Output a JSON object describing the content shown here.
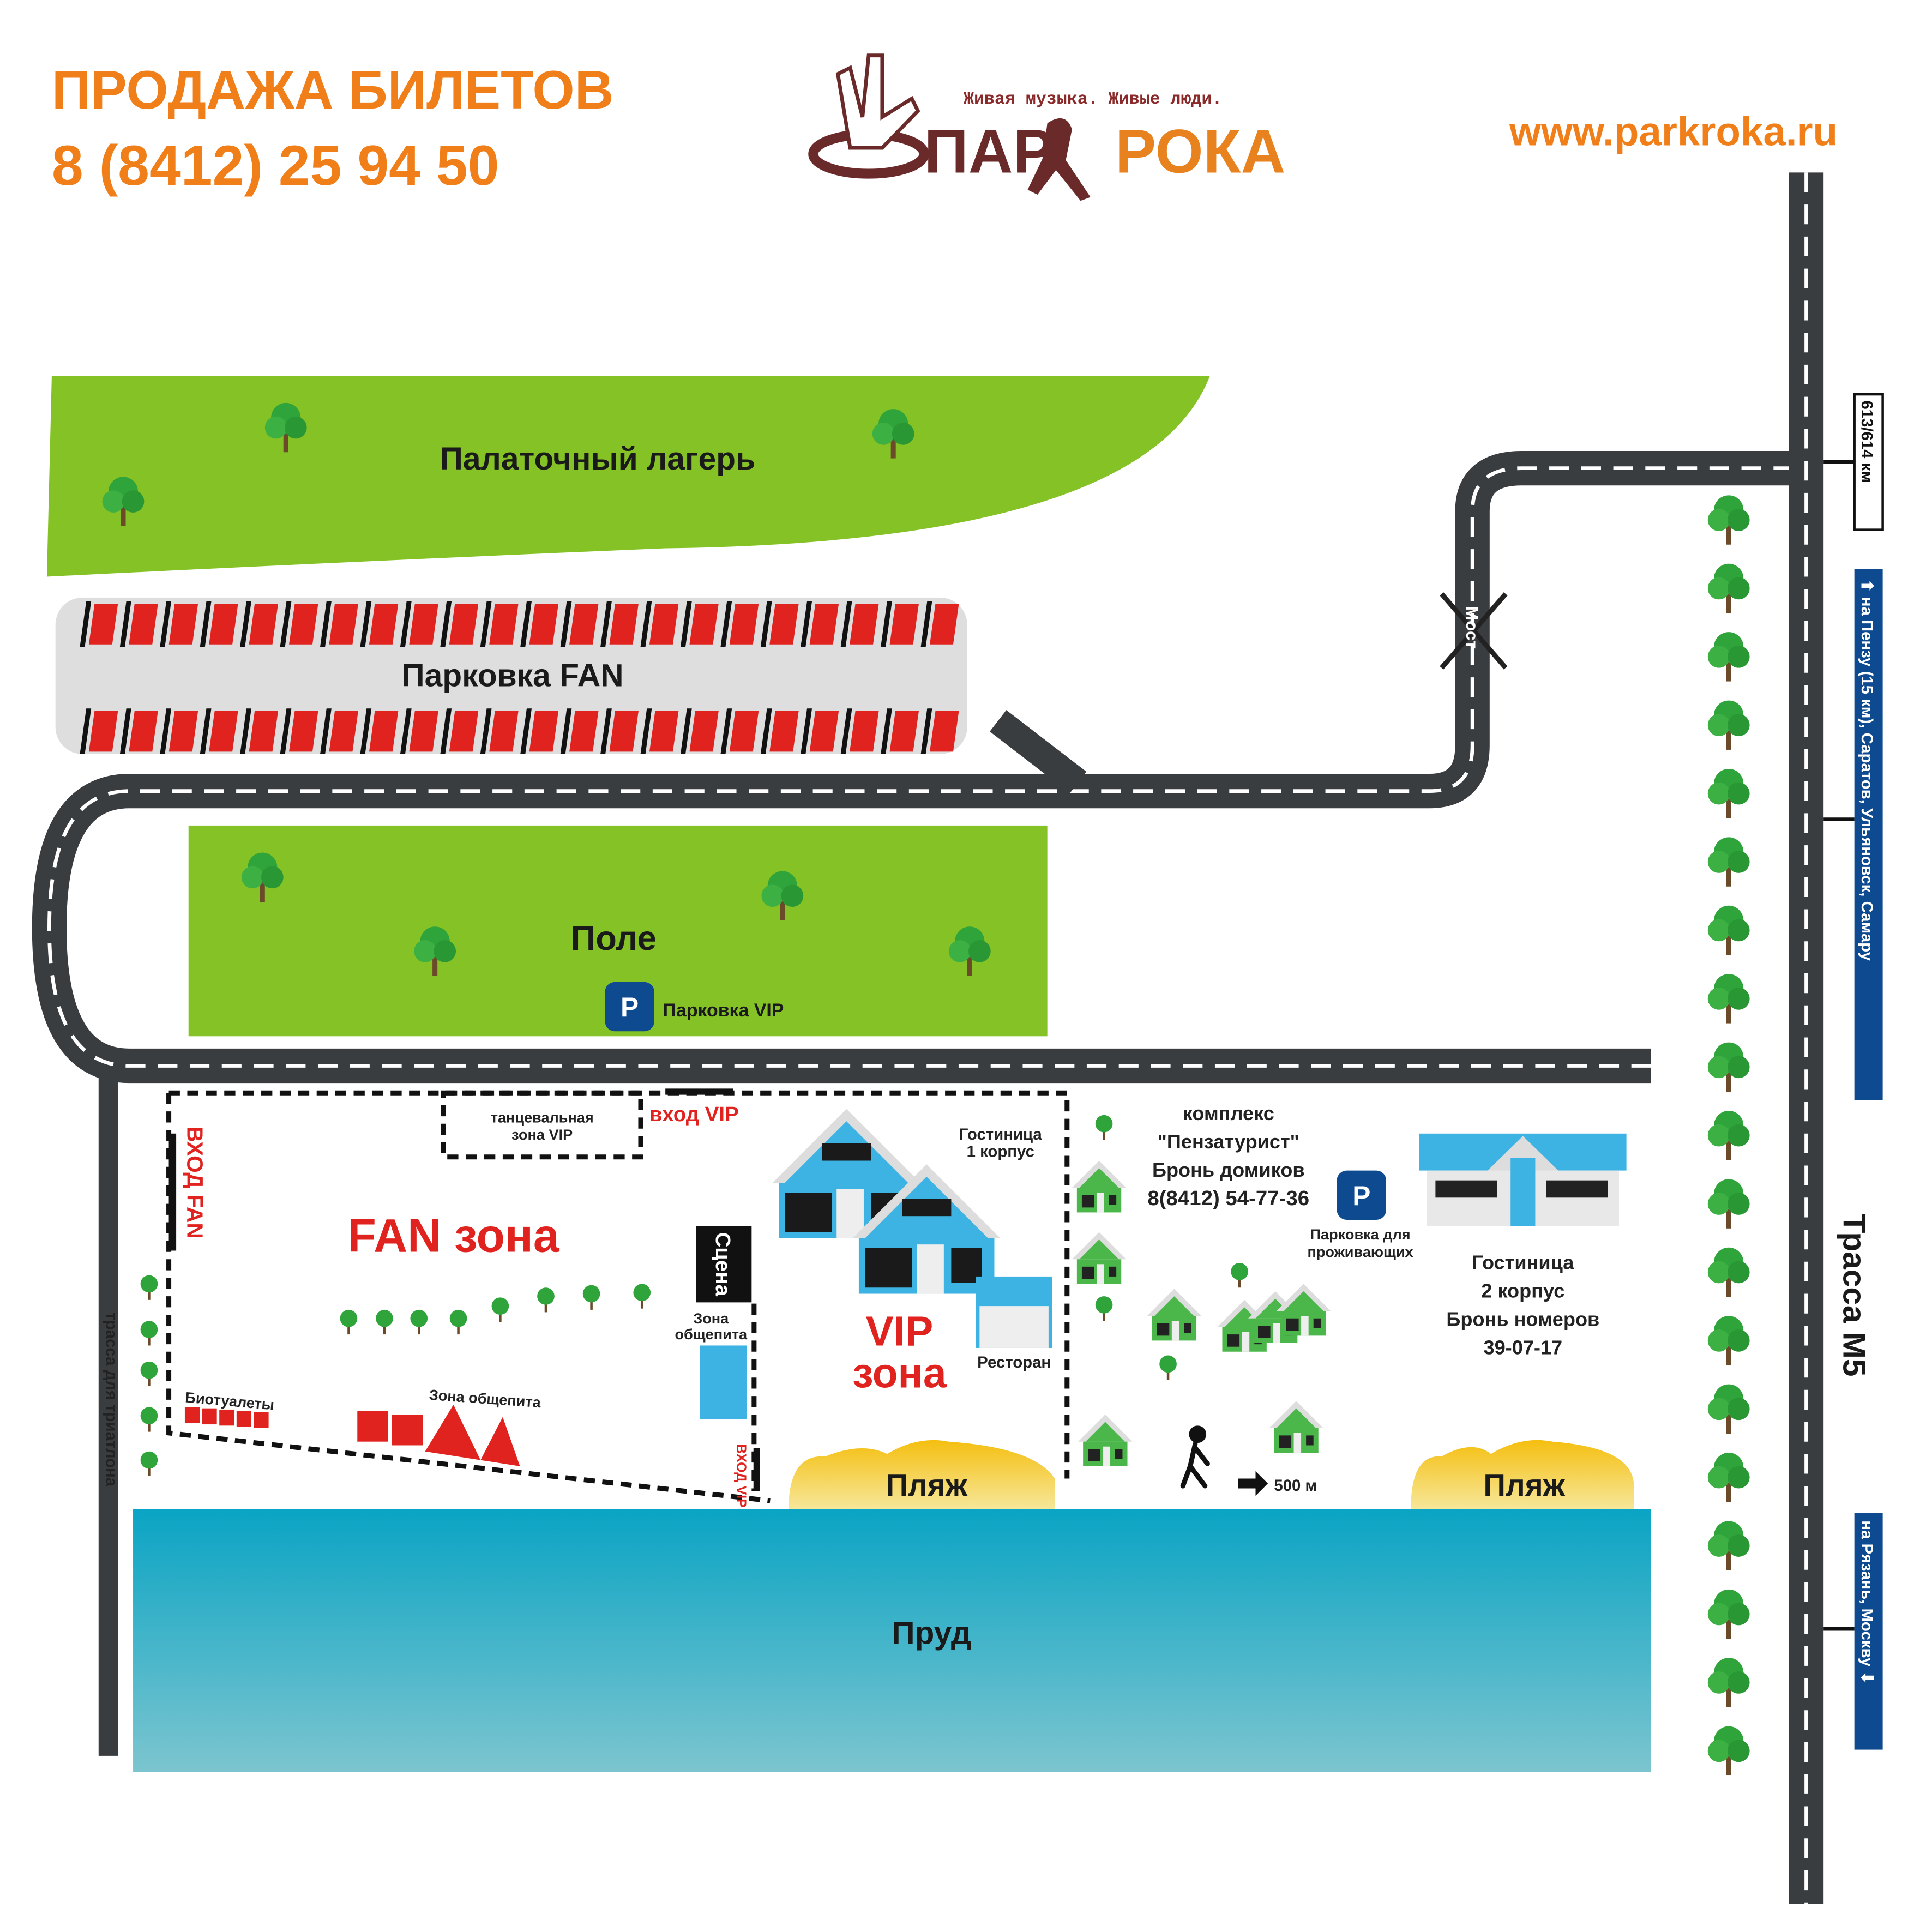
{
  "header": {
    "tickets_title": "ПРОДАЖА БИЛЕТОВ",
    "tickets_phone": "8 (8412) 25 94 50",
    "website": "www.parkroka.ru"
  },
  "logo": {
    "tagline": "Живая музыка. Живые люди.",
    "name_left": "ПАР",
    "name_right": "РОКА"
  },
  "colors": {
    "orange": "#f07f1a",
    "grass": "#85c226",
    "road": "#3a3d40",
    "red": "#e0231f",
    "blue": "#0d4a8f",
    "water": "#0aa4c4",
    "sand": "#f5c518",
    "logo_brown": "#6b2a2a"
  },
  "areas": {
    "camp": "Палаточный лагерь",
    "fan_parking": "Парковка FAN",
    "field": "Поле",
    "vip_parking": "Парковка VIP",
    "parking_symbol": "P",
    "bridge": "Мост",
    "triathlon": "трасса для триатлона",
    "fan_entrance": "ВХОД FAN",
    "dance_zone_line1": "танцевальная",
    "dance_zone_line2": "зона VIP",
    "vip_entrance": "вход VIP",
    "vip_entrance_lower": "ВХОД VIP",
    "fan_zone": "FAN зона",
    "stage": "Сцена",
    "food_zone_line1": "Зона",
    "food_zone_line2": "общепита",
    "food_zone": "Зона общепита",
    "toilets": "Биотуалеты",
    "vip_zone_line1": "VIP",
    "vip_zone_line2": "зона",
    "hotel1_line1": "Гостиница",
    "hotel1_line2": "1 корпус",
    "restaurant": "Ресторан",
    "complex_line1": "комплекс",
    "complex_line2": "\"Пензатурист\"",
    "complex_line3": "Бронь домиков",
    "complex_line4": "8(8412) 54-77-36",
    "resident_parking_line1": "Парковка для",
    "resident_parking_line2": "проживающих",
    "hotel2_line1": "Гостиница",
    "hotel2_line2": "2 корпус",
    "hotel2_line3": "Бронь номеров",
    "hotel2_line4": "39-07-17",
    "walk_distance": "500 м",
    "beach": "Пляж",
    "pond": "Пруд"
  },
  "highway": {
    "km_marker": "613/614 км",
    "north": "⬆ на Пензу (15 км), Саратов, Ульяновск, Самару",
    "south": "на Рязань, Москву ⬇",
    "name": "Трасса М5"
  }
}
